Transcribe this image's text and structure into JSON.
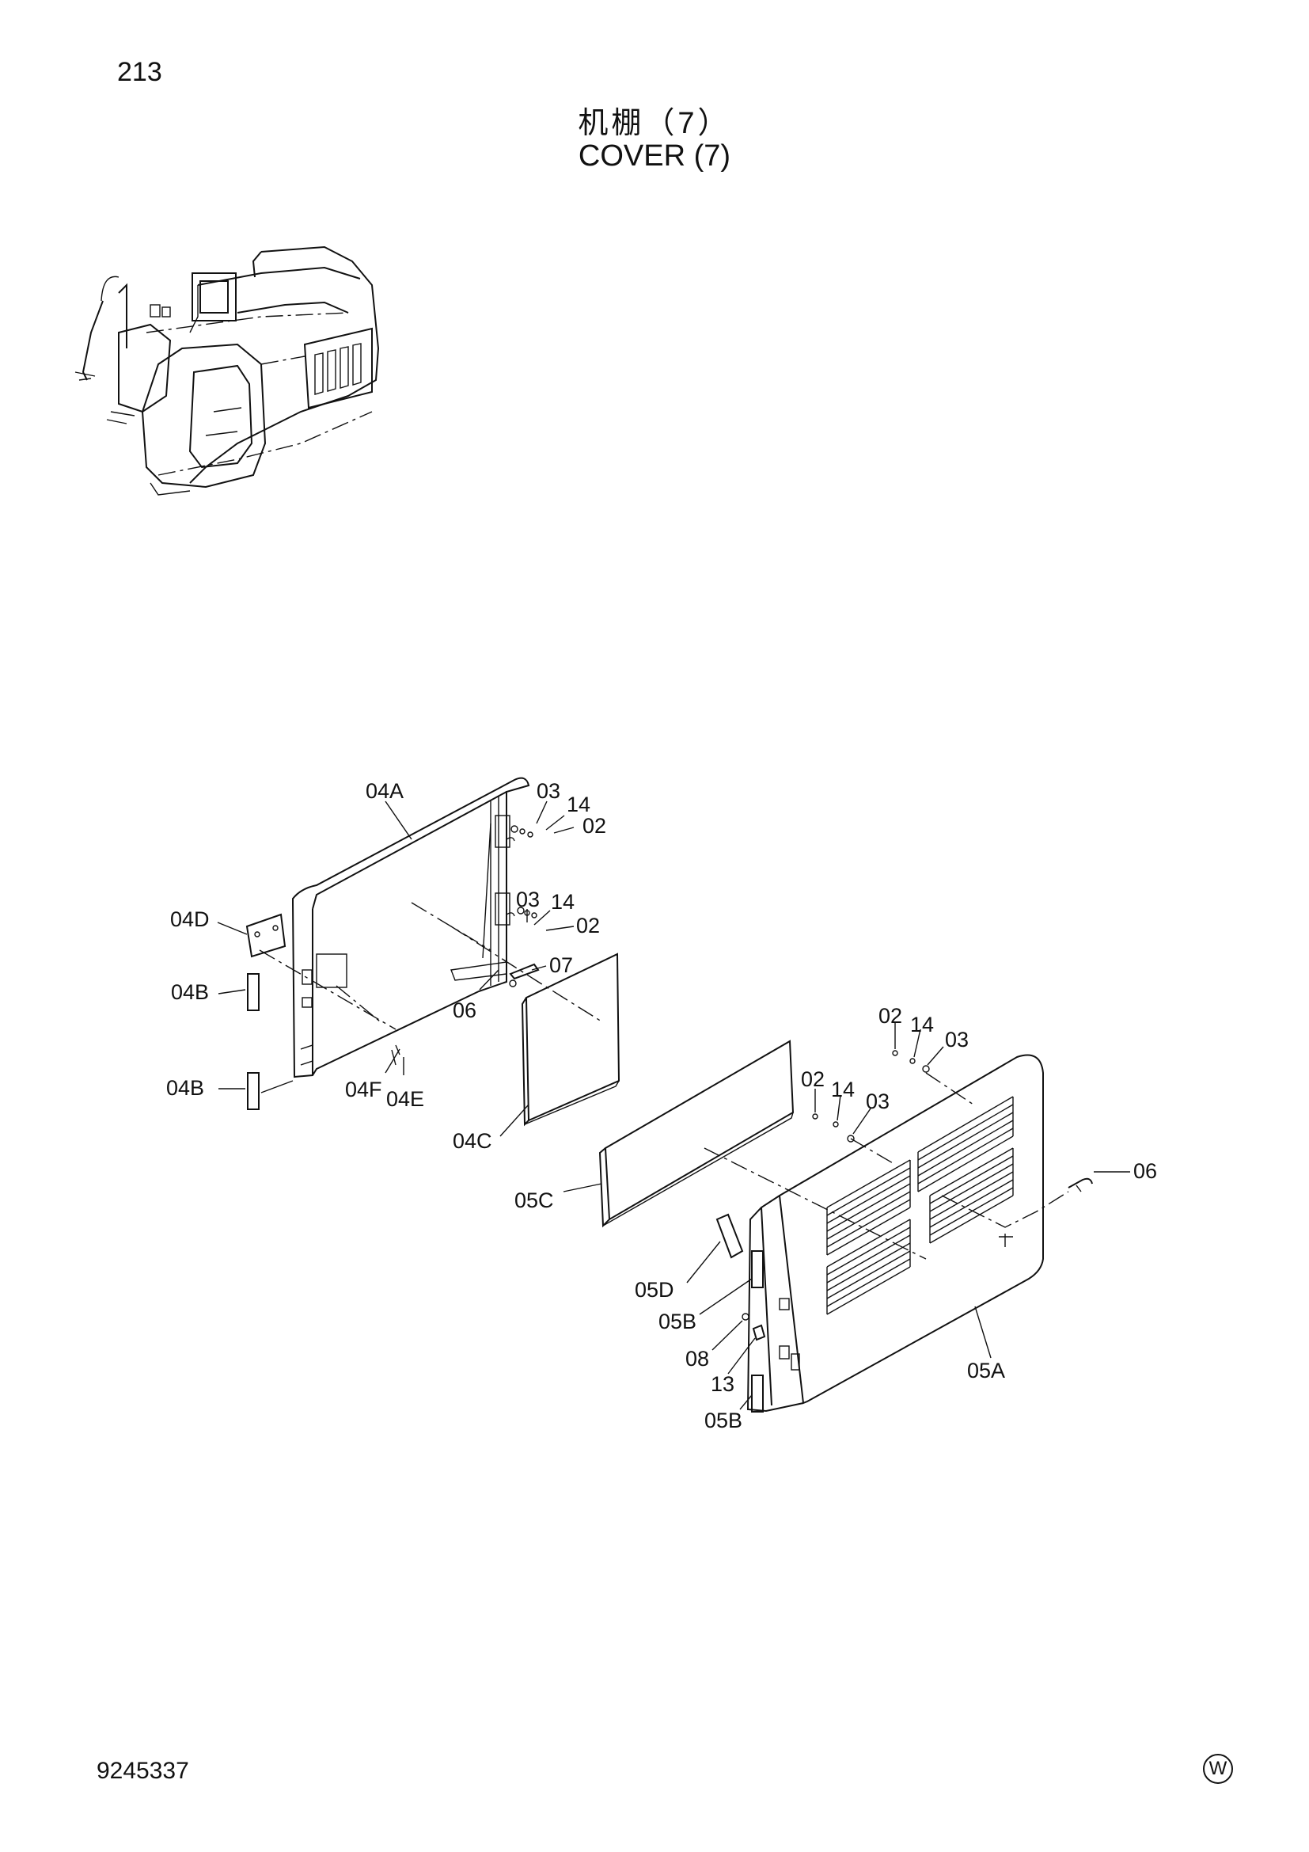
{
  "header": {
    "page_number": "213",
    "title_cn": "机棚（7）",
    "title_en": "COVER (7)"
  },
  "footer": {
    "doc_number": "9245337",
    "corner_mark": "W"
  },
  "callouts": {
    "c04A": "04A",
    "c03_top": "03",
    "c14_top": "14",
    "c02_top": "02",
    "c03_mid": "03",
    "c14_mid": "14",
    "c02_mid": "02",
    "c07": "07",
    "c06_left": "06",
    "c04D": "04D",
    "c04B_upper": "04B",
    "c04B_lower": "04B",
    "c04F": "04F",
    "c04E": "04E",
    "c04C": "04C",
    "c02_r1": "02",
    "c14_r1": "14",
    "c03_r1": "03",
    "c02_r2": "02",
    "c14_r2": "14",
    "c03_r2": "03",
    "c06_right": "06",
    "c05C": "05C",
    "c05D": "05D",
    "c05B_upper": "05B",
    "c08": "08",
    "c13": "13",
    "c05B_lower": "05B",
    "c05A": "05A"
  }
}
